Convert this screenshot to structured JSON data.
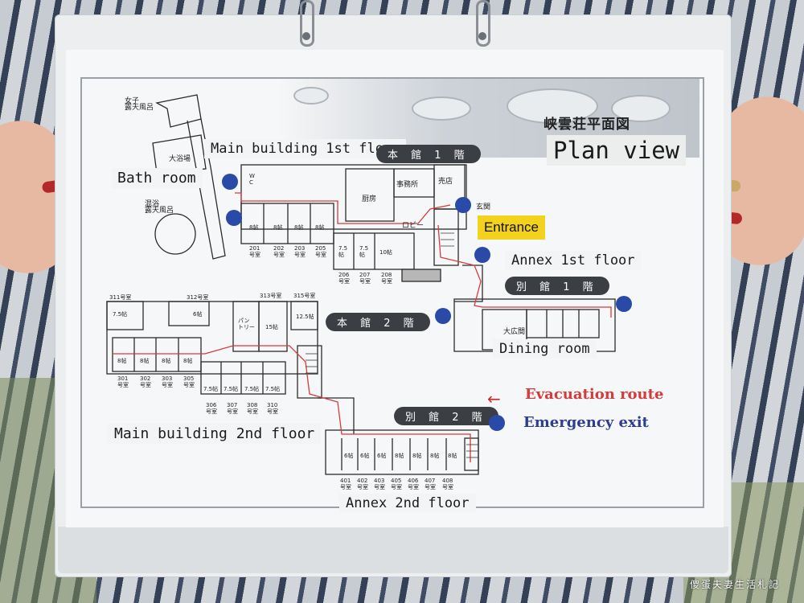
{
  "title": {
    "japanese": "峡雲荘平面図",
    "english": "Plan view"
  },
  "floors": {
    "main_1f_en": "Main building 1st floor",
    "main_1f_jp": "本 館 1 階",
    "annex_1f_en": "Annex 1st floor",
    "annex_1f_jp": "別 館 1 階",
    "main_2f_en": "Main building 2nd floor",
    "main_2f_jp": "本 館 2 階",
    "annex_2f_en": "Annex 2nd floor",
    "annex_2f_jp": "別 館 2 階"
  },
  "places": {
    "bath_room": "Bath room",
    "entrance": "Entrance",
    "dining_room": "Dining room",
    "womens_bath": "女子\n露天風呂",
    "large_bath": "大浴場",
    "mixed_bath": "混浴\n露天風呂",
    "kitchen": "厨房",
    "office": "事務所",
    "shop": "売店",
    "lobby": "ロビー",
    "genkan": "玄関",
    "hall": "大広間",
    "pantry": "パン\nトリー",
    "wc": "W\nC"
  },
  "legend": {
    "arrow": "←",
    "evacuation_route": "Evacuation route",
    "emergency_exit": "Emergency exit"
  },
  "rooms_1f": [
    "201\n号室",
    "202\n号室",
    "203\n号室",
    "205\n号室",
    "206\n号室",
    "207\n号室",
    "208\n号室"
  ],
  "room_sizes_1f": [
    "8帖",
    "8帖",
    "8帖",
    "8帖",
    "7.5\n帖",
    "7.5\n帖",
    "10帖"
  ],
  "rooms_2f_top": [
    "311号室",
    "312号室",
    "313号室",
    "315号室"
  ],
  "room_sizes_2f_top": [
    "7.5帖",
    "6帖",
    "15帖",
    "12.5帖"
  ],
  "rooms_2f_bottom": [
    "301\n号室",
    "302\n号室",
    "303\n号室",
    "305\n号室"
  ],
  "room_sizes_2f_bottom": [
    "8帖",
    "8帖",
    "8帖",
    "8帖"
  ],
  "rooms_2f_mid": [
    "306\n号室",
    "307\n号室",
    "308\n号室",
    "310\n号室"
  ],
  "room_sizes_2f_mid": [
    "7.5帖",
    "7.5帖",
    "7.5帖",
    "7.5帖"
  ],
  "rooms_annex_2f": [
    "401\n号室",
    "402\n号室",
    "403\n号室",
    "405\n号室",
    "406\n号室",
    "407\n号室",
    "408\n号室"
  ],
  "room_sizes_annex_2f": [
    "6帖",
    "6帖",
    "6帖",
    "8帖",
    "8帖",
    "8帖",
    "8帖"
  ],
  "watermark": "傻蛋夫妻生活札記",
  "colors": {
    "evacuation_red": "#d53b3b",
    "exit_blue": "#2a4aa8",
    "entrance_yellow": "#f2d21c",
    "tag_dark": "#3b3f44"
  }
}
